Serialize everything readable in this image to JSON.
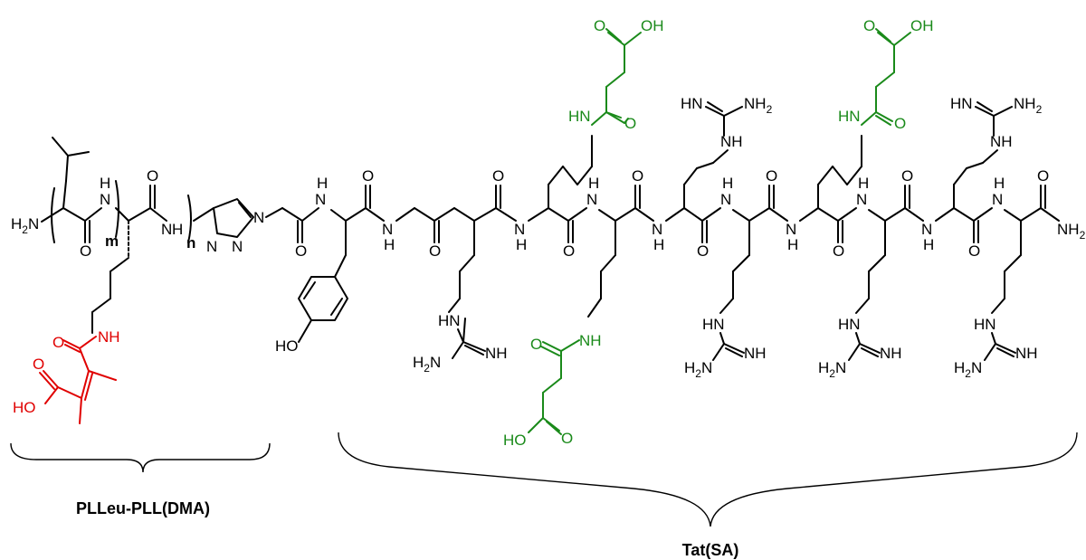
{
  "labels": {
    "left_block": "PLLeu-PLL(DMA)",
    "right_block": "Tat(SA)",
    "sub_m": "m",
    "sub_n": "n"
  },
  "atoms": {
    "H2N": "H2N",
    "H": "H",
    "N": "N",
    "O": "O",
    "NH": "NH",
    "HN": "HN",
    "NH2": "NH2",
    "OH": "OH",
    "HO": "HO"
  },
  "colors": {
    "dma": "#e00000",
    "succinyl": "#1a8a1a",
    "skeleton": "#000000"
  }
}
